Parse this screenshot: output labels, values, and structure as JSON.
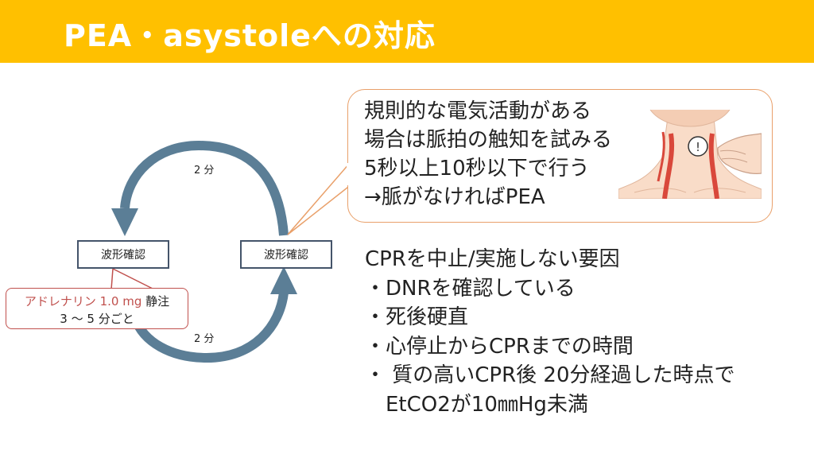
{
  "header": {
    "title": "PEA・asystoleへの対応"
  },
  "cycle": {
    "left_box": "波形確認",
    "right_box": "波形確認",
    "top_label": "2 分",
    "bottom_label": "2 分",
    "arrow_color": "#5B7E96"
  },
  "adrenaline": {
    "drug": "アドレナリン 1.0 mg",
    "route": " 静注",
    "interval": "3 ～ 5 分ごと"
  },
  "pea_callout": {
    "lines": [
      "規則的な電気活動がある",
      "場合は脈拍の触知を試みる",
      "5秒以上10秒以下で行う",
      "→脈がなければPEA"
    ],
    "illustration_icon": "neck-pulse-check-icon",
    "alert_mark": "!"
  },
  "factors": {
    "heading": "CPRを中止/実施しない要因",
    "items": [
      "・DNRを確認している",
      "・死後硬直",
      "・心停止からCPRまでの時間",
      "・ 質の高いCPR後 20分経過した時点で",
      "　EtCO2が10㎜Hg未満"
    ]
  },
  "colors": {
    "title_bar": "#FFC000",
    "adrenaline_red": "#C0504D",
    "callout_border": "#E9A06A"
  }
}
